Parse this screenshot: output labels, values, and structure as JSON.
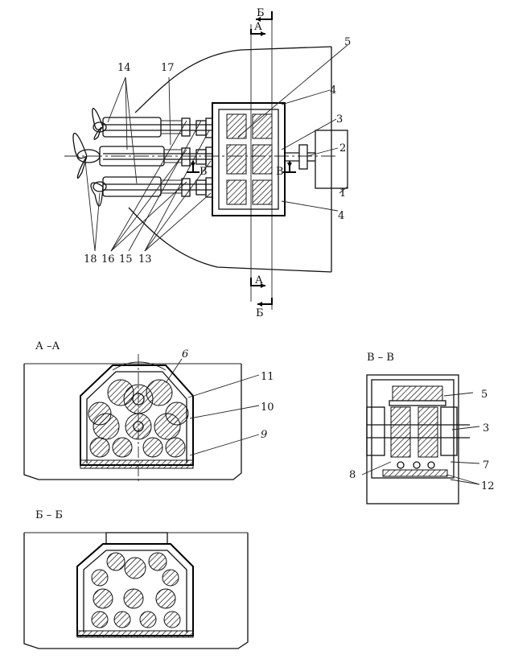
{
  "top_view": {
    "section_marks": {
      "a": "А",
      "b": "Б",
      "v": "В"
    },
    "labels": {
      "l1": "1",
      "l2": "2",
      "l3": "3",
      "l4a": "4",
      "l4b": "4",
      "l5": "5",
      "l13": "13",
      "l14": "14",
      "l15": "15",
      "l16": "16",
      "l17": "17",
      "l18": "18"
    }
  },
  "section_aa": {
    "title": "А –А",
    "labels": {
      "l6": "6",
      "l9": "9",
      "l10": "10",
      "l11": "11"
    }
  },
  "section_vv": {
    "title": "В – В",
    "labels": {
      "l3": "3",
      "l5": "5",
      "l7": "7",
      "l8": "8",
      "l12": "12"
    }
  },
  "section_bb": {
    "title": "Б – Б"
  }
}
